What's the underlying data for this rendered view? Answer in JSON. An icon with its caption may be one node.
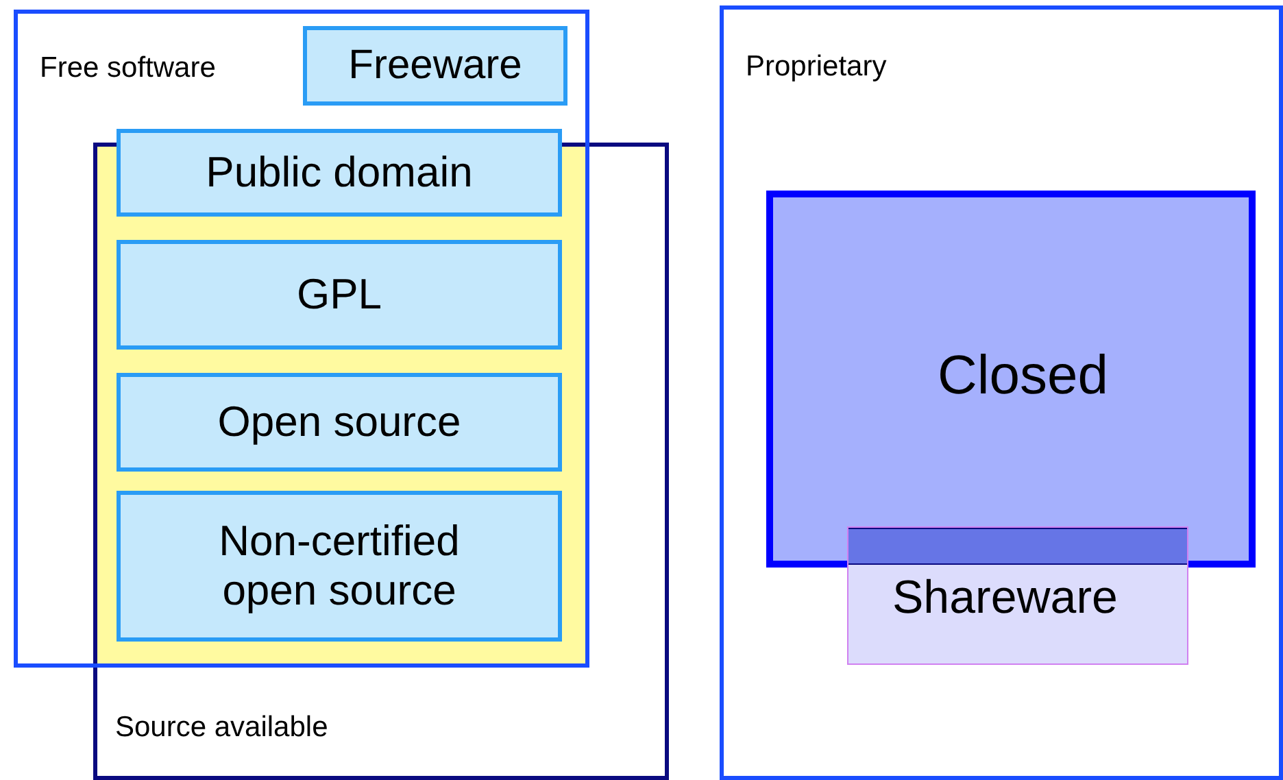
{
  "diagram": {
    "nodes": [
      {
        "text": [
          "Free software"
        ]
      },
      {
        "text": [
          "Freeware"
        ],
        "in": 0
      },
      {
        "text": [
          "Source available"
        ]
      },
      {
        "text": [
          "Public domain"
        ],
        "in": 0
      },
      {
        "text": [
          "GPL"
        ]
      },
      {
        "text": [
          "Open source"
        ]
      },
      {
        "text": [
          "Non-certified open source"
        ]
      },
      {
        "text": [
          "Proprietary"
        ]
      },
      {
        "text": [
          "Closed"
        ],
        "in": 7
      },
      {
        "text": [
          "Shareware"
        ],
        "in": 7
      }
    ]
  }
}
